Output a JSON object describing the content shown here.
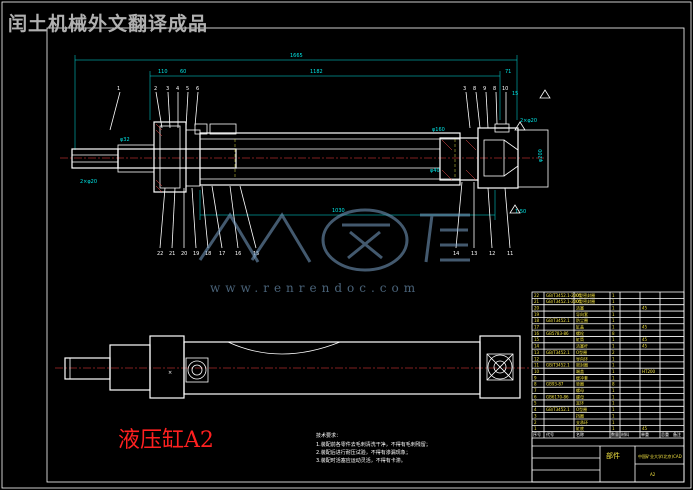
{
  "banner": "闰土机械外文翻译成品",
  "drawing_label": "液压缸A2",
  "watermark": {
    "text": "www.renrendoc.com"
  },
  "dimensions": {
    "overall_length": "1665",
    "upper_mid": "1182",
    "left_block": "110",
    "left_inner": "60",
    "right_block": "71",
    "right_small": "15",
    "stroke_lower": "1030",
    "bore_left": "φ160",
    "rod_dia": "φ40",
    "port_left": "2×φ20",
    "port_right": "2×φ20",
    "cyl_dia_right": "φ200",
    "small_left": "φ32",
    "small_note": "1:50"
  },
  "part_numbers": {
    "left_top": [
      "1",
      "2",
      "3",
      "4",
      "5",
      "6"
    ],
    "right_top": [
      "3",
      "8",
      "9",
      "8",
      "10"
    ],
    "bottom": [
      "22",
      "21",
      "20",
      "19",
      "18",
      "17",
      "16",
      "15",
      "14",
      "13",
      "12",
      "11"
    ]
  },
  "tech_notes": {
    "title": "技术要求：",
    "lines": [
      "1.装配前各零件去毛刺清洗干净，不得有毛刺残留；",
      "2.装配后进行耐压试验，不得有渗漏现象；",
      "3.装配时活塞应运动灵活，不得有卡滞。"
    ]
  },
  "title_block": {
    "part_name": "部件",
    "school": "中国矿业大学(北京)CAD",
    "drawing_no": "A2",
    "headers": [
      "序号",
      "代号",
      "名称",
      "数量",
      "材料",
      "单重",
      "总重",
      "备注"
    ]
  },
  "bom_rows": [
    [
      "22",
      "GB/T3452.1-2005",
      "O型密封圈",
      "1",
      ""
    ],
    [
      "21",
      "GB/T3452.1-2005",
      "O型密封圈",
      "1",
      ""
    ],
    [
      "20",
      "",
      "活塞",
      "1",
      "45"
    ],
    [
      "19",
      "",
      "导向套",
      "1",
      ""
    ],
    [
      "18",
      "GB/T3452.1",
      "防尘圈",
      "1",
      ""
    ],
    [
      "17",
      "",
      "缸盖",
      "1",
      "45"
    ],
    [
      "16",
      "GB5783-86",
      "螺栓",
      "8",
      ""
    ],
    [
      "15",
      "",
      "缸筒",
      "1",
      "45"
    ],
    [
      "14",
      "",
      "活塞杆",
      "1",
      "45"
    ],
    [
      "13",
      "GB/T3452.1",
      "O型圈",
      "2",
      ""
    ],
    [
      "12",
      "",
      "导向环",
      "1",
      ""
    ],
    [
      "11",
      "GB/T3452.1",
      "密封圈",
      "1",
      ""
    ],
    [
      "10",
      "",
      "端盖",
      "1",
      "HT200"
    ],
    [
      "9",
      "",
      "缓冲套",
      "1",
      ""
    ],
    [
      "8",
      "GB93-87",
      "垫圈",
      "8",
      ""
    ],
    [
      "7",
      "",
      "螺母",
      "1",
      ""
    ],
    [
      "6",
      "GB6170-86",
      "螺母",
      "1",
      ""
    ],
    [
      "5",
      "",
      "耳环",
      "1",
      ""
    ],
    [
      "4",
      "GB/T3452.1",
      "O型圈",
      "1",
      ""
    ],
    [
      "3",
      "",
      "挡圈",
      "1",
      ""
    ],
    [
      "2",
      "",
      "支承环",
      "1",
      ""
    ],
    [
      "1",
      "",
      "缸底",
      "1",
      "45"
    ]
  ]
}
